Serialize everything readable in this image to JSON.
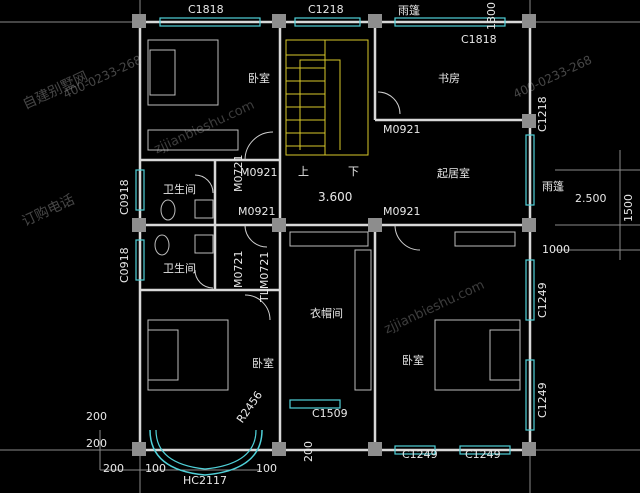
{
  "windows": {
    "top_left": "C1818",
    "top_mid": "C1218",
    "top_right": "C1818",
    "right_upper": "C1218",
    "right_mid": "C1249",
    "right_low": "C1249",
    "bottom_a": "C1249",
    "bottom_b": "C1249",
    "corner_mid": "C1509",
    "bay": "HC2117"
  },
  "doors": {
    "study": "M0921",
    "bath1": "M0921",
    "bath1_side": "M0721",
    "hall": "M0921",
    "living": "M0921",
    "bath2": "M0721",
    "closet": "TLM0721"
  },
  "rooms": {
    "bed_nw": "卧室",
    "study": "书房",
    "living": "起居室",
    "bath1": "卫生间",
    "bath2": "卫生间",
    "closet": "衣帽间",
    "bed_sw": "卧室",
    "bed_se": "卧室",
    "canopy_top": "雨篷",
    "canopy_right": "雨篷"
  },
  "stair": {
    "up": "上",
    "down": "下",
    "elevation": "3.600"
  },
  "window_side": {
    "left1": "C0918",
    "left2": "C0918"
  },
  "dims": {
    "right_2500": "2.500",
    "right_1500": "1500",
    "right_1000": "1000",
    "top_1300": "1300",
    "bay_radius": "R2456",
    "bottom_200": "200",
    "bottom_100a": "100",
    "bottom_100b": "100",
    "bottom_200b": "200",
    "left_200a": "200",
    "left_200b": "200"
  },
  "watermark": {
    "site": "zjjianbieshu.com",
    "brand": "自建别墅网",
    "phone": "400-0233-268",
    "buy": "订购电话"
  }
}
